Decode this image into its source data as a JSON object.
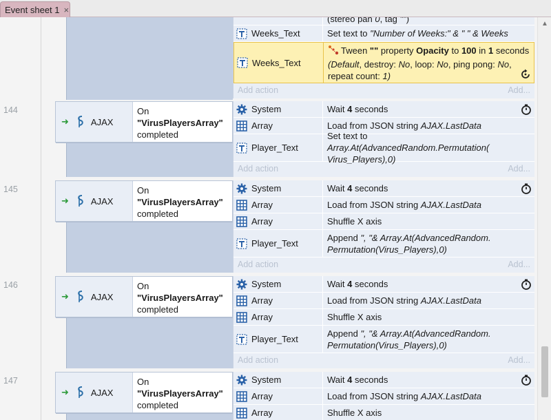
{
  "tab": {
    "label": "Event sheet 1",
    "close": "×"
  },
  "top_actions": [
    {
      "object": "",
      "html": "(stereo pan <i>0</i>, tag <i>\"\"</i>)"
    },
    {
      "object": "Weeks_Text",
      "html": "Set text to <i>\"Number of Weeks:\" &amp; \" \" &amp; Weeks</i>"
    },
    {
      "object": "Weeks_Text",
      "html": "Tween <b>\"\"</b> property <b>Opacity</b> to <b>100</b> in <b>1</b> seconds <i>(Default</i>, destroy: <i>No</i>, loop: <i>No</i>, ping pong: <i>No</i>, repeat count: <i>1)</i>"
    }
  ],
  "add_action": {
    "label": "Add action",
    "right": "Add..."
  },
  "events": [
    {
      "number": "144",
      "object": "AJAX",
      "cond_on": "On",
      "cond_tag": "\"VirusPlayersArray\"",
      "cond_end": "completed",
      "actions": [
        {
          "object": "System",
          "html": "Wait <b>4</b> seconds"
        },
        {
          "object": "Array",
          "html": "Load from JSON string <i>AJAX.LastData</i>"
        },
        {
          "object": "Player_Text",
          "html": "Set text to <i>Array.At(AdvancedRandom.Permutation( Virus_Players),0)</i>"
        }
      ]
    },
    {
      "number": "145",
      "object": "AJAX",
      "cond_on": "On",
      "cond_tag": "\"VirusPlayersArray\"",
      "cond_end": "completed",
      "actions": [
        {
          "object": "System",
          "html": "Wait <b>4</b> seconds"
        },
        {
          "object": "Array",
          "html": "Load from JSON string <i>AJAX.LastData</i>"
        },
        {
          "object": "Array",
          "html": "Shuffle X axis"
        },
        {
          "object": "Player_Text",
          "html": "Append <i>\", \"&amp; Array.At(AdvancedRandom. Permutation(Virus_Players),0)</i>"
        }
      ]
    },
    {
      "number": "146",
      "object": "AJAX",
      "cond_on": "On",
      "cond_tag": "\"VirusPlayersArray\"",
      "cond_end": "completed",
      "actions": [
        {
          "object": "System",
          "html": "Wait <b>4</b> seconds"
        },
        {
          "object": "Array",
          "html": "Load from JSON string <i>AJAX.LastData</i>"
        },
        {
          "object": "Array",
          "html": "Shuffle X axis"
        },
        {
          "object": "Player_Text",
          "html": "Append <i>\", \"&amp; Array.At(AdvancedRandom. Permutation(Virus_Players),0)</i>"
        }
      ]
    },
    {
      "number": "147",
      "object": "AJAX",
      "cond_on": "On",
      "cond_tag": "\"VirusPlayersArray\"",
      "cond_end": "completed",
      "actions": [
        {
          "object": "System",
          "html": "Wait <b>4</b> seconds"
        },
        {
          "object": "Array",
          "html": "Load from JSON string <i>AJAX.LastData</i>"
        },
        {
          "object": "Array",
          "html": "Shuffle X axis"
        }
      ]
    }
  ],
  "icons": {
    "system": "gear-icon",
    "array": "grid-icon",
    "text": "text-object-icon",
    "ajax": "ajax-icon",
    "wait": "stopwatch-icon",
    "tween": "tween-icon",
    "repeat": "reload-icon"
  },
  "colors": {
    "pane": "#c3cfe2",
    "action_bg": "#e9eef6",
    "highlight": "#fdf1b4",
    "tab": "#d8b6bf"
  }
}
